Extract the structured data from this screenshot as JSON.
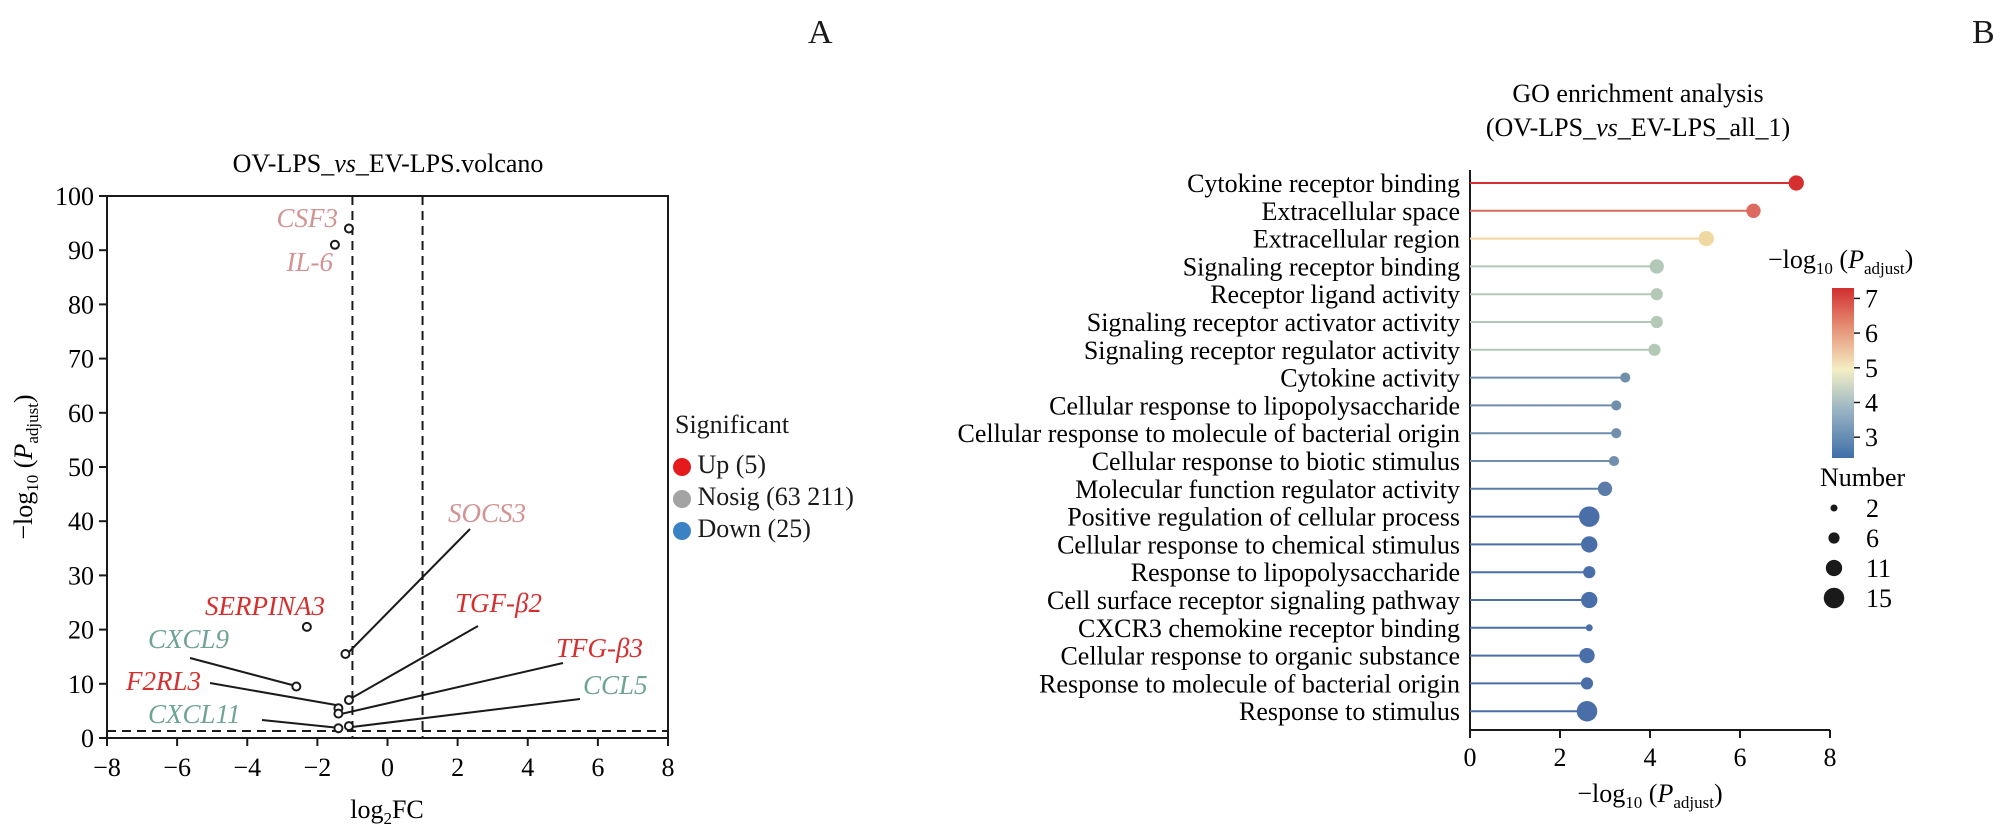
{
  "panels": {
    "a": "A",
    "b": "B"
  },
  "chart_data": [
    {
      "type": "scatter",
      "title": "OV-LPS_vs_EV-LPS.volcano",
      "title_parts": [
        "OV-LPS_",
        "vs",
        "_EV-LPS.volcano"
      ],
      "xlabel": "log2FC",
      "ylabel": "−log10 (Padjust)",
      "xlim": [
        -8,
        8
      ],
      "ylim": [
        0,
        100
      ],
      "xticks": [
        -8,
        -6,
        -4,
        -2,
        0,
        2,
        4,
        6,
        8
      ],
      "yticks": [
        0,
        10,
        20,
        30,
        40,
        50,
        60,
        70,
        80,
        90,
        100
      ],
      "threshold_lines": {
        "x": [
          -1,
          1
        ],
        "y": 1.3
      },
      "legend": {
        "title": "Significant",
        "items": [
          {
            "label": "Up (5)",
            "color": "#e41a1c"
          },
          {
            "label": "Nosig (63 211)",
            "color": "#a3a3a3"
          },
          {
            "label": "Down (25)",
            "color": "#3b82c4"
          }
        ]
      },
      "points": [
        {
          "x": -1.1,
          "y": 94,
          "label": "CSF3",
          "color": "#d29393"
        },
        {
          "x": -1.5,
          "y": 91,
          "label": "IL-6",
          "color": "#d29393"
        },
        {
          "x": -1.2,
          "y": 15.5,
          "label": "SOCS3",
          "color": "#d29393"
        },
        {
          "x": -2.3,
          "y": 20.5,
          "label": "SERPINA3",
          "color": "#d62f2f"
        },
        {
          "x": -2.6,
          "y": 9.5,
          "label": "CXCL9",
          "color": "#6fa397"
        },
        {
          "x": -1.1,
          "y": 7,
          "label": "TGF-β2",
          "color": "#d62f2f"
        },
        {
          "x": -1.4,
          "y": 5.5,
          "label": "F2RL3",
          "color": "#d62f2f"
        },
        {
          "x": -1.4,
          "y": 4.5,
          "label": "TFG-β3",
          "color": "#d62f2f"
        },
        {
          "x": -1.1,
          "y": 2.2,
          "label": "CCL5",
          "color": "#6fa397"
        },
        {
          "x": -1.4,
          "y": 1.8,
          "label": "CXCL11",
          "color": "#6fa397"
        }
      ]
    },
    {
      "type": "lollipop",
      "title": [
        "GO enrichment analysis",
        "(OV-LPS_vs_EV-LPS_all_1)"
      ],
      "title_line2_parts": [
        "(OV-LPS_",
        "vs",
        "_EV-LPS_all_1)"
      ],
      "xlabel": "−log10 (Padjust)",
      "xlim": [
        0,
        8
      ],
      "xticks": [
        0,
        2,
        4,
        6,
        8
      ],
      "colorbar": {
        "title": "−log10 (Padjust)",
        "range": [
          2.4,
          7.3
        ],
        "ticks": [
          3,
          4,
          5,
          6,
          7
        ]
      },
      "size_legend": {
        "title": "Number",
        "values": [
          2,
          6,
          11,
          15
        ]
      },
      "categories": [
        "Cytokine receptor binding",
        "Extracellular space",
        "Extracellular region",
        "Signaling receptor binding",
        "Receptor ligand activity",
        "Signaling receptor activator activity",
        "Signaling receptor regulator activity",
        "Cytokine activity",
        "Cellular response to lipopolysaccharide",
        "Cellular response to molecule of bacterial origin",
        "Cellular response to biotic stimulus",
        "Molecular function regulator activity",
        "Positive regulation of cellular process",
        "Cellular response to chemical stimulus",
        "Response to lipopolysaccharide",
        "Cell surface receptor signaling pathway",
        "CXCR3 chemokine receptor binding",
        "Cellular response to organic substance",
        "Response to molecule of bacterial origin",
        "Response to stimulus"
      ],
      "values": [
        7.25,
        6.3,
        5.25,
        4.15,
        4.15,
        4.15,
        4.1,
        3.45,
        3.25,
        3.25,
        3.2,
        3.0,
        2.65,
        2.65,
        2.65,
        2.65,
        2.65,
        2.6,
        2.6,
        2.6
      ],
      "counts": [
        10,
        9,
        10,
        9,
        7,
        7,
        7,
        5,
        5,
        5,
        5,
        9,
        15,
        11,
        7,
        11,
        2,
        10,
        7,
        15
      ],
      "colors": [
        "#d62f2f",
        "#dc6a5e",
        "#f0d9a0",
        "#b3c8b6",
        "#b3c8b6",
        "#b3c8b6",
        "#b3c8b6",
        "#6f8fad",
        "#6f8fad",
        "#6f8fad",
        "#6f8fad",
        "#5b7ba8",
        "#4a6fa8",
        "#4a6fa8",
        "#4a6fa8",
        "#4a6fa8",
        "#4a6fa8",
        "#4a6fa8",
        "#4a6fa8",
        "#4a6fa8"
      ]
    }
  ]
}
